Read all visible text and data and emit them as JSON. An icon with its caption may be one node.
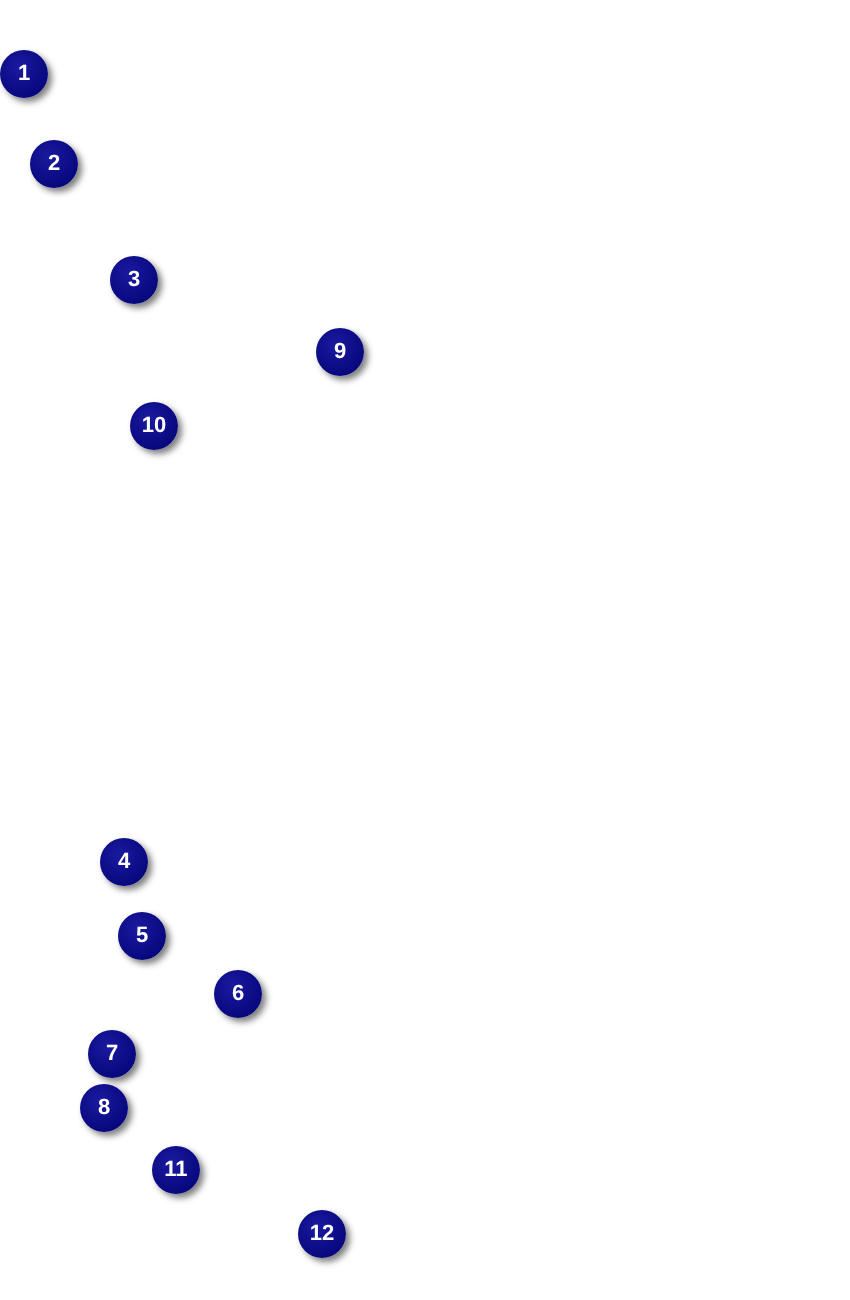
{
  "diagram": {
    "labels": [
      "1",
      "2",
      "3",
      "9",
      "10",
      "4",
      "5",
      "6",
      "7",
      "8",
      "11",
      "12"
    ]
  }
}
